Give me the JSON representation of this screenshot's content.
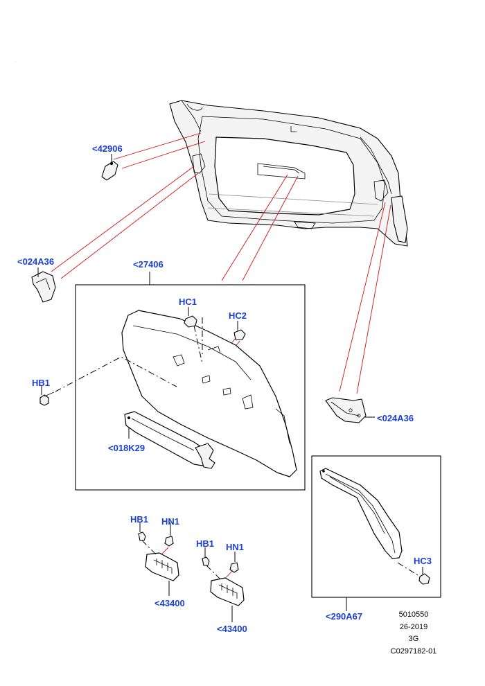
{
  "colors": {
    "label": "#1a3fd6",
    "leader": "#d01010",
    "line": "#000000"
  },
  "callouts": {
    "p42906": "<42906",
    "p024a36_left": "<024A36",
    "p27406": "<27406",
    "hc1": "HC1",
    "hc2": "HC2",
    "hb1_mid": "HB1",
    "p018k29": "<018K29",
    "p024a36_right": "<024A36",
    "hb1_a": "HB1",
    "hn1_a": "HN1",
    "hb1_b": "HB1",
    "hn1_b": "HN1",
    "p43400_a": "<43400",
    "p43400_b": "<43400",
    "hc3": "HC3",
    "p290a67": "<290A67"
  },
  "info": {
    "ref": "5010550",
    "date": "26-2019",
    "code": "3G",
    "drawing_id": "C0297182-01"
  }
}
